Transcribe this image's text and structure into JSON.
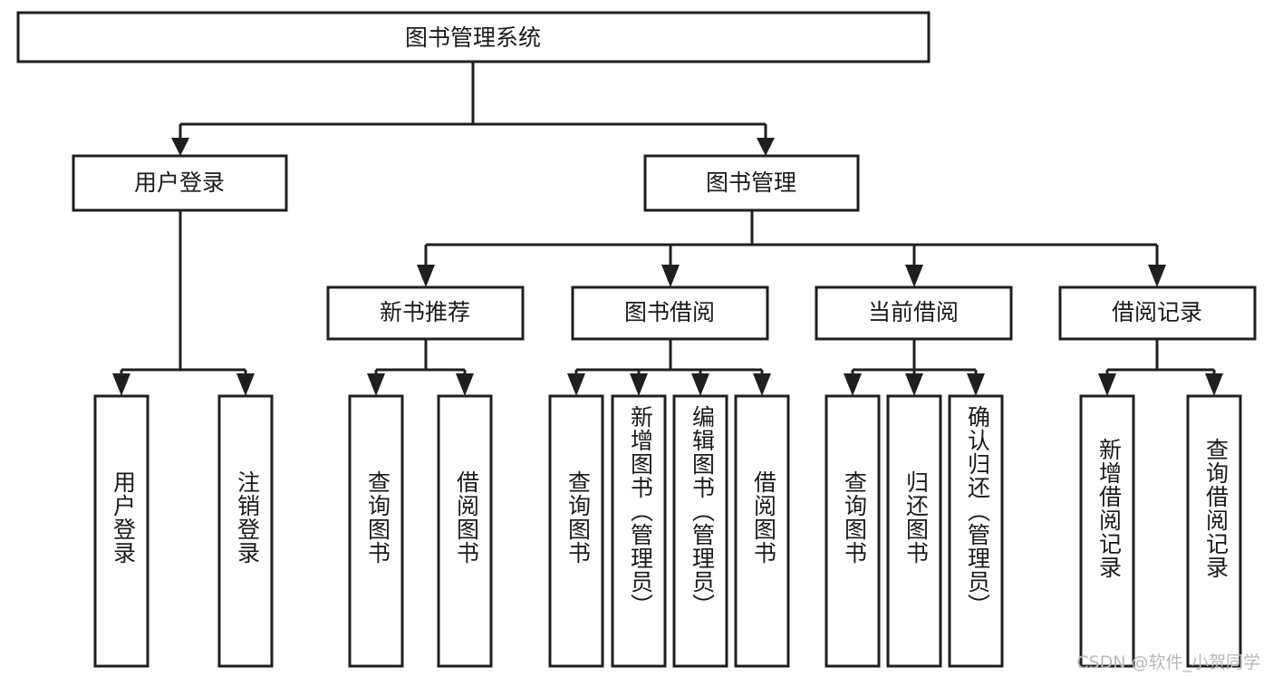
{
  "diagram": {
    "title": "图书管理系统",
    "type": "hierarchy-tree",
    "orientation": "top-down",
    "colors": {
      "box_fill": "#ffffff",
      "box_stroke": "#1f1f1f",
      "text": "#1a1a1a",
      "background": "#ffffff",
      "watermark": "#b9b9b9"
    },
    "levels": {
      "level1": [
        {
          "id": "root",
          "label": "图书管理系统",
          "orient": "horizontal"
        }
      ],
      "level2": [
        {
          "id": "n_user_login",
          "label": "用户登录",
          "orient": "horizontal"
        },
        {
          "id": "n_book_mgmt",
          "label": "图书管理",
          "orient": "horizontal"
        }
      ],
      "level3": [
        {
          "id": "n_new_book_rec",
          "label": "新书推荐",
          "orient": "horizontal"
        },
        {
          "id": "n_book_borrow",
          "label": "图书借阅",
          "orient": "horizontal"
        },
        {
          "id": "n_current_borrow",
          "label": "当前借阅",
          "orient": "horizontal"
        },
        {
          "id": "n_borrow_record",
          "label": "借阅记录",
          "orient": "horizontal"
        }
      ],
      "level4": [
        {
          "id": "l_user_login",
          "label": "用户登录",
          "orient": "vertical",
          "parent": "n_user_login"
        },
        {
          "id": "l_logout",
          "label": "注销登录",
          "orient": "vertical",
          "parent": "n_user_login"
        },
        {
          "id": "l_query_book_1",
          "label": "查询图书",
          "orient": "vertical",
          "parent": "n_new_book_rec"
        },
        {
          "id": "l_borrow_book_1",
          "label": "借阅图书",
          "orient": "vertical",
          "parent": "n_new_book_rec"
        },
        {
          "id": "l_query_book_2",
          "label": "查询图书",
          "orient": "vertical",
          "parent": "n_book_borrow"
        },
        {
          "id": "l_add_book",
          "label": "新增图书（管理员）",
          "orient": "vertical",
          "parent": "n_book_borrow"
        },
        {
          "id": "l_edit_book",
          "label": "编辑图书（管理员）",
          "orient": "vertical",
          "parent": "n_book_borrow"
        },
        {
          "id": "l_borrow_book_2",
          "label": "借阅图书",
          "orient": "vertical",
          "parent": "n_book_borrow"
        },
        {
          "id": "l_query_book_3",
          "label": "查询图书",
          "orient": "vertical",
          "parent": "n_current_borrow"
        },
        {
          "id": "l_return_book",
          "label": "归还图书",
          "orient": "vertical",
          "parent": "n_current_borrow"
        },
        {
          "id": "l_confirm_return",
          "label": "确认归还（管理员）",
          "orient": "vertical",
          "parent": "n_current_borrow"
        },
        {
          "id": "l_add_record",
          "label": "新增借阅记录",
          "orient": "vertical",
          "parent": "n_borrow_record"
        },
        {
          "id": "l_query_record",
          "label": "查询借阅记录",
          "orient": "vertical",
          "parent": "n_borrow_record"
        }
      ]
    },
    "watermark": "CSDN @软件_小贺同学"
  }
}
